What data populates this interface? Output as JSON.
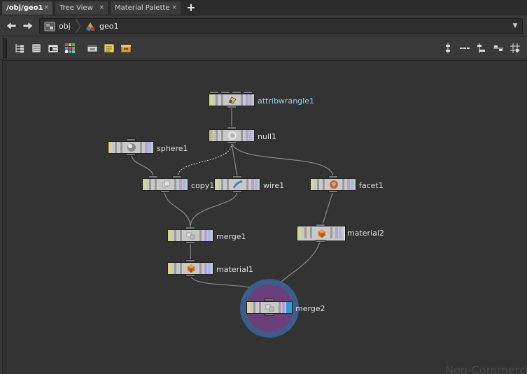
{
  "tabs": [
    {
      "label": "/obj/geo1",
      "close": "×",
      "active": true
    },
    {
      "label": "Tree View",
      "close": "×",
      "active": false
    },
    {
      "label": "Material Palette",
      "close": "×",
      "active": false
    }
  ],
  "tab_add_label": "+",
  "path": {
    "crumbs": [
      {
        "label": "obj",
        "icon": "obj-context-icon"
      },
      {
        "label": "geo1",
        "icon": "geo-node-icon"
      }
    ],
    "dropdown": "▼"
  },
  "toolbar": {
    "left_tools": [
      "tree-view-icon",
      "list-view-icon",
      "parameter-view-icon",
      "color-palette-icon",
      "network-box-icon",
      "sticky-note-icon",
      "subnet-icon"
    ],
    "right_tools": [
      "align-vertical-icon",
      "straighten-horizontal-icon",
      "align-left-icon",
      "distribute-horizontal-icon",
      "grid-snap-icon"
    ]
  },
  "nodes": {
    "attribwrangle1": {
      "name": "attribwrangle1",
      "type": "attribute-wrangle"
    },
    "null1": {
      "name": "null1",
      "type": "null"
    },
    "sphere1": {
      "name": "sphere1",
      "type": "sphere"
    },
    "copy1": {
      "name": "copy1",
      "type": "copy",
      "bypassed": true
    },
    "wire1": {
      "name": "wire1",
      "type": "wire"
    },
    "facet1": {
      "name": "facet1",
      "type": "facet"
    },
    "merge1": {
      "name": "merge1",
      "type": "merge"
    },
    "material1": {
      "name": "material1",
      "type": "material"
    },
    "material2": {
      "name": "material2",
      "type": "material",
      "selected": true
    },
    "merge2": {
      "name": "merge2",
      "type": "merge",
      "display": true,
      "render": true
    }
  },
  "colors": {
    "name_highlight": "#8fd3f0",
    "display_flag": "#2a9fd8",
    "template_flag": "#d6d68c",
    "current_ring": "#6b3f7a"
  },
  "watermark": "Non-Commercial"
}
